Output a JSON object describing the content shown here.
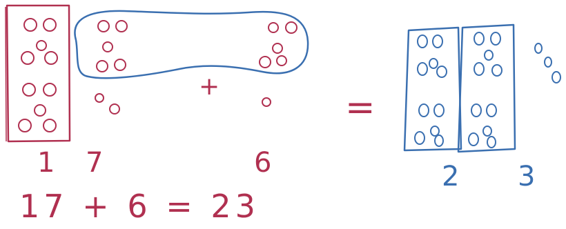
{
  "diagram": {
    "left_tens_count": "1",
    "left_ones_count": "7",
    "right_ones_count": "6",
    "plus_symbol": "+",
    "equals_symbol": "=",
    "result_tens_count": "2",
    "result_ones_count": "3",
    "equation": "17 + 6 = 23"
  },
  "colors": {
    "red_ink": "#b03050",
    "blue_ink": "#3a6fb0"
  }
}
